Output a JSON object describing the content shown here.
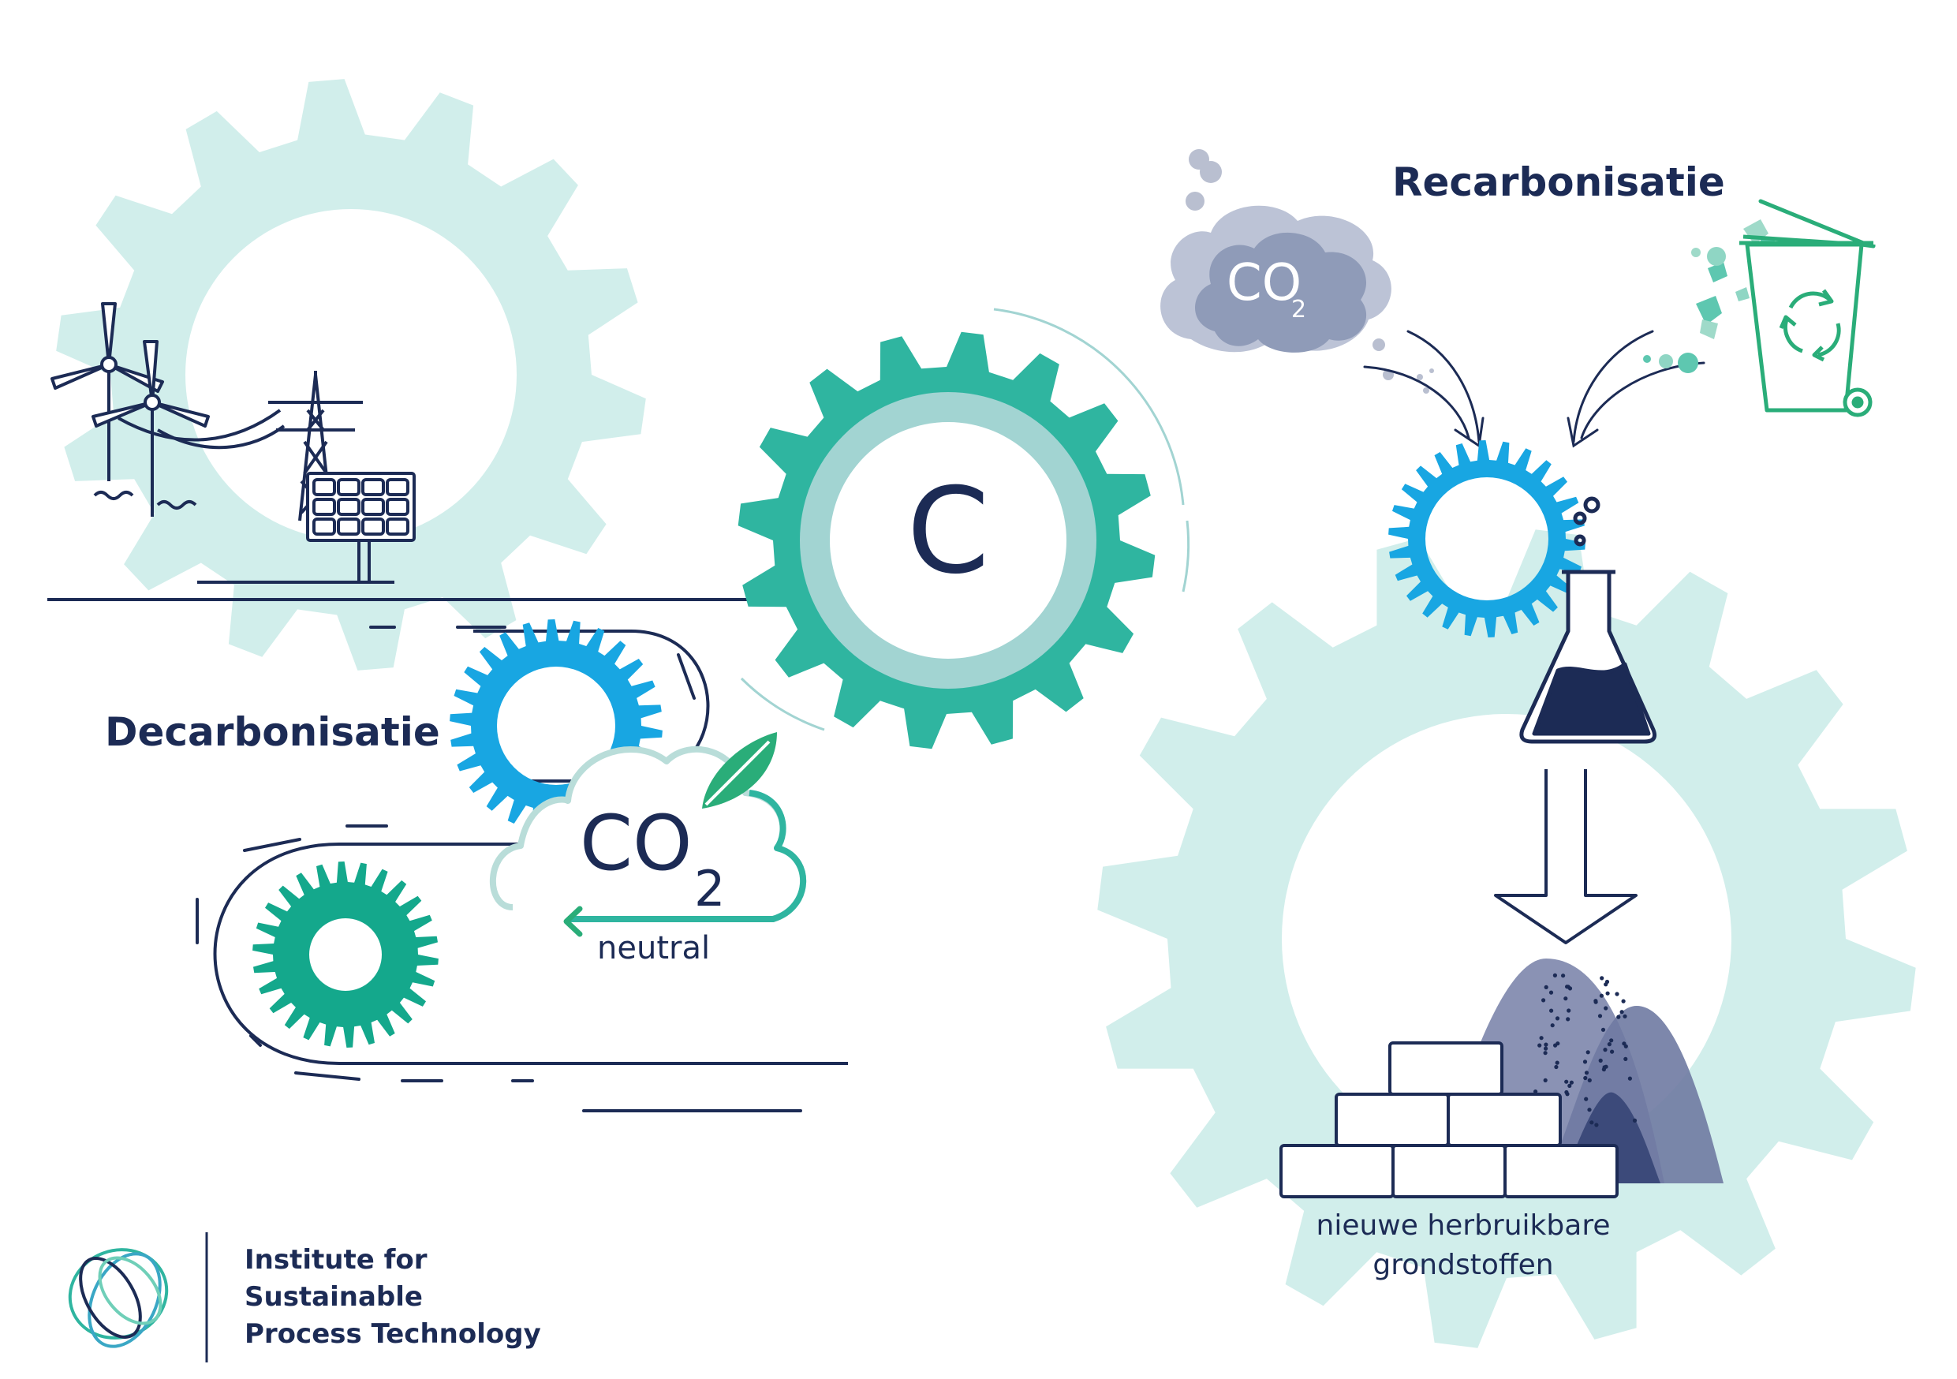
{
  "labels": {
    "decarbonisation": "Decarbonisatie",
    "recarbonisation": "Recarbonisatie",
    "center_element": "C",
    "co2_main": "CO",
    "co2_main_sub": "2",
    "co2_neutral": "neutral",
    "co2_cloud": "CO",
    "co2_cloud_sub": "2",
    "materials_line1": "nieuwe herbruikbare",
    "materials_line2": "grondstoffen"
  },
  "logo": {
    "line1": "Institute for",
    "line2": "Sustainable",
    "line3": "Process Technology"
  },
  "colors": {
    "navy": "#1c2b55",
    "gear_pale": "#d1eeeb",
    "teal": "#2fb5a0",
    "teal_ring": "#a2d4d2",
    "blue": "#18a6e2",
    "gear_dark_teal": "#14a88c",
    "smoke_gray": "#8f9bb8",
    "leaf_green": "#2aad79"
  },
  "icons": [
    "wind-turbine-icon",
    "power-pylon-icon",
    "solar-panel-icon",
    "leaf-icon",
    "cloud-icon",
    "recycle-bin-icon",
    "flask-icon",
    "bricks-icon",
    "sand-pile-icon",
    "down-arrow-icon"
  ]
}
